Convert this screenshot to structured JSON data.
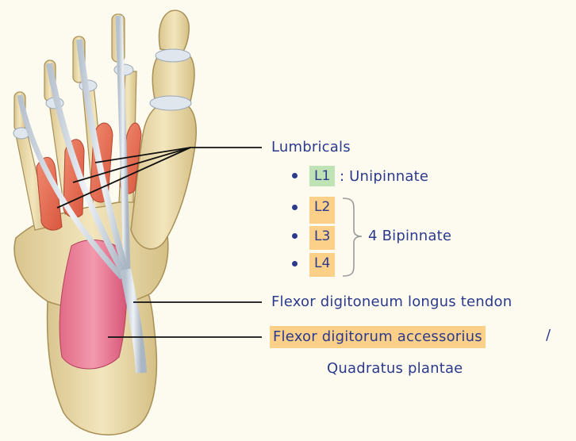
{
  "labels": {
    "lumbricals": "Lumbricals",
    "l1": "L1",
    "unipinnate": ": Unipinnate",
    "l2": "L2",
    "l3": "L3",
    "l4": "L4",
    "bipinnate": "4 Bipinnate",
    "fdl": "Flexor digitoneum longus tendon",
    "fda": "Flexor digitorum accessorius",
    "slash": "/",
    "quadratus": "Quadratus plantae"
  },
  "colors": {
    "text": "#2b3a8c",
    "highlight_green": "#bfe3b4",
    "highlight_orange": "#fcd089",
    "lumbrical_muscle": "#e8735c",
    "quadratus_muscle": "#e3607e",
    "bone": "#ead9a8"
  }
}
